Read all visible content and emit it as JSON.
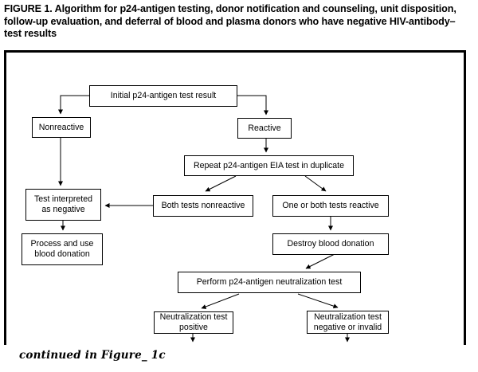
{
  "figure": {
    "title": "FIGURE 1. Algorithm for p24-antigen testing, donor notification and counseling, unit disposition, follow-up evaluation, and deferral of blood and plasma donors who have negative HIV-antibody–test results",
    "continuation_note": "continued in Figure_ 1c"
  },
  "flowchart": {
    "nodes": {
      "initial": "Initial p24-antigen test result",
      "nonreactive": "Nonreactive",
      "reactive": "Reactive",
      "repeat": "Repeat p24-antigen EIA test in duplicate",
      "interpreted_negative": "Test interpreted as negative",
      "both_nonreactive": "Both tests nonreactive",
      "one_or_both_reactive": "One or both tests reactive",
      "process_use": "Process and use blood donation",
      "destroy": "Destroy blood donation",
      "perform_neutralization": "Perform p24-antigen neutralization test",
      "neutralization_positive": "Neutralization test positive",
      "neutralization_negative": "Neutralization test negative or invalid"
    },
    "edges": [
      {
        "from": "initial",
        "to": "nonreactive"
      },
      {
        "from": "initial",
        "to": "reactive"
      },
      {
        "from": "nonreactive",
        "to": "interpreted_negative"
      },
      {
        "from": "reactive",
        "to": "repeat"
      },
      {
        "from": "repeat",
        "to": "both_nonreactive"
      },
      {
        "from": "repeat",
        "to": "one_or_both_reactive"
      },
      {
        "from": "both_nonreactive",
        "to": "interpreted_negative"
      },
      {
        "from": "interpreted_negative",
        "to": "process_use"
      },
      {
        "from": "one_or_both_reactive",
        "to": "destroy"
      },
      {
        "from": "destroy",
        "to": "perform_neutralization"
      },
      {
        "from": "perform_neutralization",
        "to": "neutralization_positive"
      },
      {
        "from": "perform_neutralization",
        "to": "neutralization_negative"
      },
      {
        "from": "neutralization_positive",
        "to": "continued-off-figure"
      },
      {
        "from": "neutralization_negative",
        "to": "continued-off-figure"
      }
    ]
  },
  "colors": {
    "ink": "#000000",
    "background": "#ffffff"
  }
}
